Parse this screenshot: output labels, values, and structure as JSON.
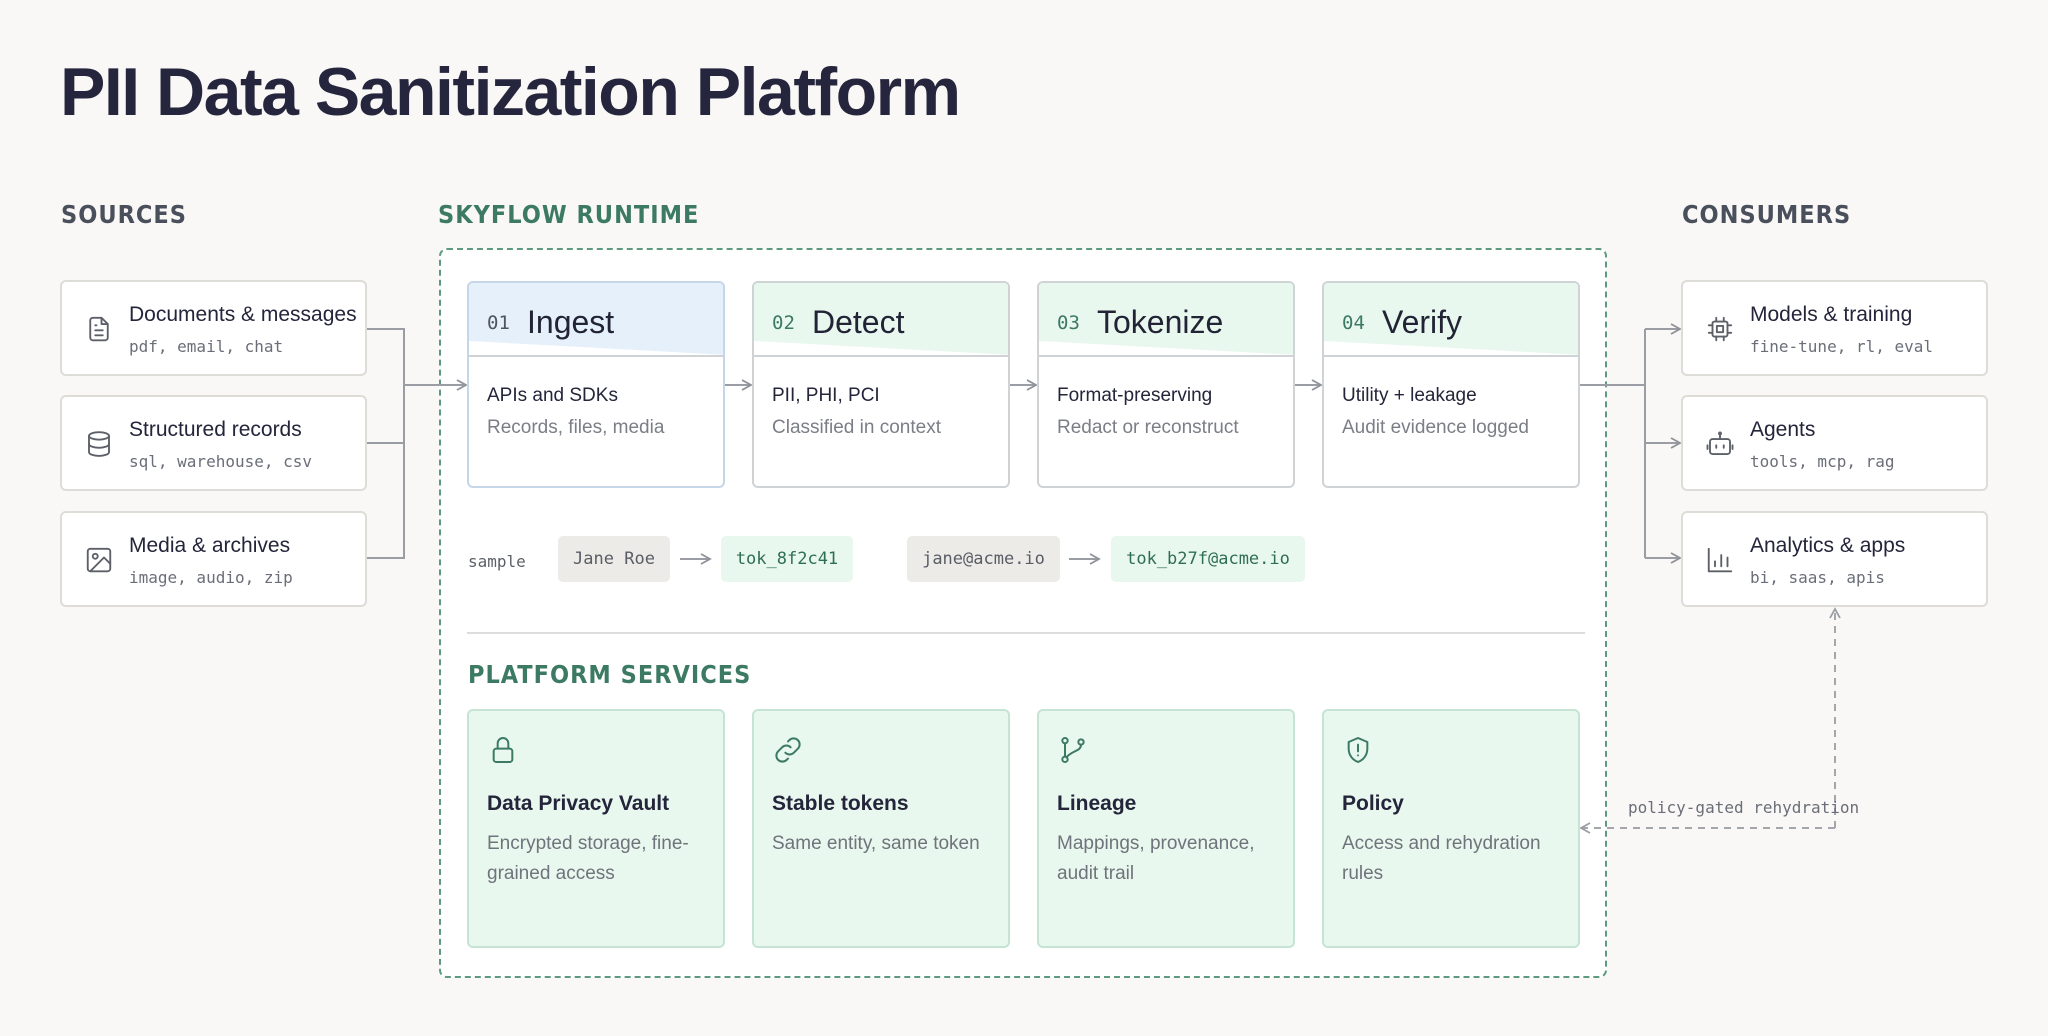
{
  "title": "PII Data Sanitization Platform",
  "sections": {
    "sources": "SOURCES",
    "runtime": "SKYFLOW RUNTIME",
    "consumers": "CONSUMERS",
    "platform": "PLATFORM SERVICES"
  },
  "sources": [
    {
      "name": "Documents & messages",
      "tags": "pdf, email, chat",
      "icon": "document-icon"
    },
    {
      "name": "Structured records",
      "tags": "sql, warehouse, csv",
      "icon": "database-icon"
    },
    {
      "name": "Media & archives",
      "tags": "image, audio, zip",
      "icon": "image-icon"
    }
  ],
  "stages": [
    {
      "num": "01",
      "title": "Ingest",
      "line1": "APIs and SDKs",
      "line2": "Records, files, media",
      "color": "#e6f0fb"
    },
    {
      "num": "02",
      "title": "Detect",
      "line1": "PII, PHI, PCI",
      "line2": "Classified in context",
      "color": "#e9f8ef"
    },
    {
      "num": "03",
      "title": "Tokenize",
      "line1": "Format-preserving",
      "line2": "Redact or reconstruct",
      "color": "#e9f8ef"
    },
    {
      "num": "04",
      "title": "Verify",
      "line1": "Utility + leakage",
      "line2": "Audit evidence logged",
      "color": "#e9f8ef"
    }
  ],
  "sample": {
    "label": "sample",
    "pairs": [
      {
        "raw": "Jane Roe",
        "token": "tok_8f2c41"
      },
      {
        "raw": "jane@acme.io",
        "token": "tok_b27f@acme.io"
      }
    ]
  },
  "services": [
    {
      "name": "Data Privacy Vault",
      "desc": "Encrypted storage, fine-grained access",
      "icon": "lock-icon"
    },
    {
      "name": "Stable tokens",
      "desc": "Same entity, same token",
      "icon": "link-icon"
    },
    {
      "name": "Lineage",
      "desc": "Mappings, provenance, audit trail",
      "icon": "branch-icon"
    },
    {
      "name": "Policy",
      "desc": "Access and rehydration rules",
      "icon": "shield-alert-icon"
    }
  ],
  "consumers": [
    {
      "name": "Models & training",
      "tags": "fine-tune, rl, eval",
      "icon": "chip-icon"
    },
    {
      "name": "Agents",
      "tags": "tools, mcp, rag",
      "icon": "bot-icon"
    },
    {
      "name": "Analytics & apps",
      "tags": "bi, saas, apis",
      "icon": "bar-chart-icon"
    }
  ],
  "policy_note": "policy-gated rehydration",
  "colors": {
    "accent_green": "#3c7a63",
    "dashed_border": "#5d9a80",
    "service_fill": "#e9f8ef",
    "ingest_fill": "#e6f0fb",
    "title": "#25263d"
  }
}
